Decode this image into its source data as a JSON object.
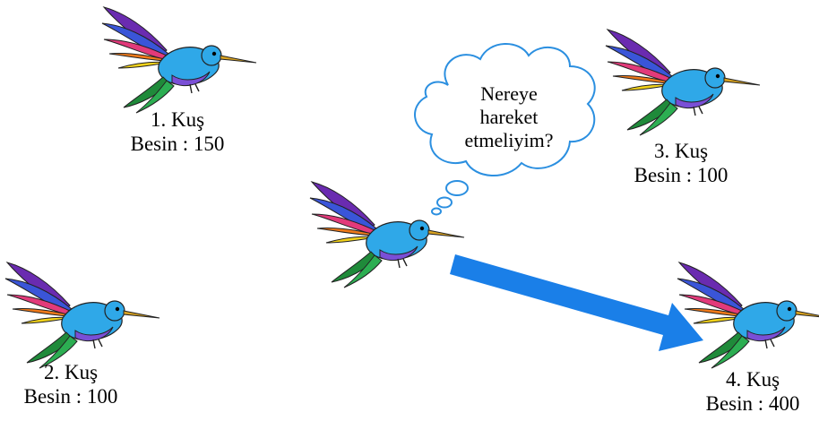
{
  "birds": [
    {
      "name": "1. Kuş",
      "food": "Besin : 150"
    },
    {
      "name": "2. Kuş",
      "food": "Besin : 100"
    },
    {
      "name": "3. Kuş",
      "food": "Besin : 100"
    },
    {
      "name": "4. Kuş",
      "food": "Besin : 400"
    }
  ],
  "thought_bubble": {
    "line1": "Nereye",
    "line2": "hareket",
    "line3": "etmeliyim?"
  },
  "colors": {
    "arrow": "#1a7fe8",
    "bubble_stroke": "#2b8fe0",
    "bird_body": "#2fa8e8",
    "bird_belly": "#7a4fd6",
    "tail": "#1f8a3a"
  }
}
